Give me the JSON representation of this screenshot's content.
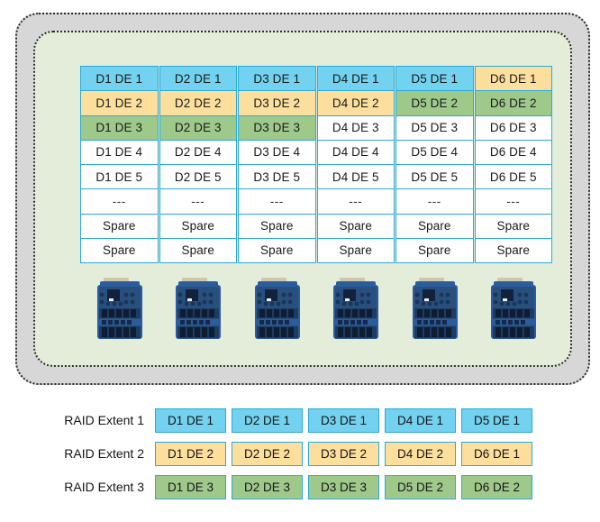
{
  "colors": {
    "accent_blue": "#72d2ef",
    "accent_yellow": "#fcdf9c",
    "accent_green": "#9fc98b",
    "cell_border": "#2aa9d8",
    "pool_outer_fill": "#d7d7d7",
    "pool_inner_fill": "#e4edda",
    "pool_border": "#2b2b2b",
    "page_background": "#ffffff"
  },
  "pool": {
    "name": "storage-pool-outer",
    "inner_name": "storage-pool-inner"
  },
  "disk_grid": {
    "column_count": 6,
    "row_count": 8,
    "columns": [
      {
        "disk": "D1",
        "cells": [
          {
            "label": "D1 DE 1",
            "style": "blue"
          },
          {
            "label": "D1 DE 2",
            "style": "yellow"
          },
          {
            "label": "D1 DE 3",
            "style": "green"
          },
          {
            "label": "D1 DE 4",
            "style": "plain"
          },
          {
            "label": "D1 DE 5",
            "style": "plain"
          },
          {
            "label": "---",
            "style": "dash"
          },
          {
            "label": "Spare",
            "style": "plain"
          },
          {
            "label": "Spare",
            "style": "plain"
          }
        ]
      },
      {
        "disk": "D2",
        "cells": [
          {
            "label": "D2 DE 1",
            "style": "blue"
          },
          {
            "label": "D2 DE 2",
            "style": "yellow"
          },
          {
            "label": "D2 DE 3",
            "style": "green"
          },
          {
            "label": "D2 DE 4",
            "style": "plain"
          },
          {
            "label": "D2 DE 5",
            "style": "plain"
          },
          {
            "label": "---",
            "style": "dash"
          },
          {
            "label": "Spare",
            "style": "plain"
          },
          {
            "label": "Spare",
            "style": "plain"
          }
        ]
      },
      {
        "disk": "D3",
        "cells": [
          {
            "label": "D3 DE 1",
            "style": "blue"
          },
          {
            "label": "D3 DE 2",
            "style": "yellow"
          },
          {
            "label": "D3 DE 3",
            "style": "green"
          },
          {
            "label": "D3 DE 4",
            "style": "plain"
          },
          {
            "label": "D3 DE 5",
            "style": "plain"
          },
          {
            "label": "---",
            "style": "dash"
          },
          {
            "label": "Spare",
            "style": "plain"
          },
          {
            "label": "Spare",
            "style": "plain"
          }
        ]
      },
      {
        "disk": "D4",
        "cells": [
          {
            "label": "D4 DE 1",
            "style": "blue"
          },
          {
            "label": "D4 DE 2",
            "style": "yellow"
          },
          {
            "label": "D4 DE 3",
            "style": "plain"
          },
          {
            "label": "D4 DE 4",
            "style": "plain"
          },
          {
            "label": "D4 DE 5",
            "style": "plain"
          },
          {
            "label": "---",
            "style": "dash"
          },
          {
            "label": "Spare",
            "style": "plain"
          },
          {
            "label": "Spare",
            "style": "plain"
          }
        ]
      },
      {
        "disk": "D5",
        "cells": [
          {
            "label": "D5 DE 1",
            "style": "blue"
          },
          {
            "label": "D5 DE 2",
            "style": "green"
          },
          {
            "label": "D5 DE 3",
            "style": "plain"
          },
          {
            "label": "D5 DE 4",
            "style": "plain"
          },
          {
            "label": "D5 DE 5",
            "style": "plain"
          },
          {
            "label": "---",
            "style": "dash"
          },
          {
            "label": "Spare",
            "style": "plain"
          },
          {
            "label": "Spare",
            "style": "plain"
          }
        ]
      },
      {
        "disk": "D6",
        "cells": [
          {
            "label": "D6 DE 1",
            "style": "yellow"
          },
          {
            "label": "D6 DE 2",
            "style": "green"
          },
          {
            "label": "D6 DE 3",
            "style": "plain"
          },
          {
            "label": "D6 DE 4",
            "style": "plain"
          },
          {
            "label": "D6 DE 5",
            "style": "plain"
          },
          {
            "label": "---",
            "style": "dash"
          },
          {
            "label": "Spare",
            "style": "plain"
          },
          {
            "label": "Spare",
            "style": "plain"
          }
        ]
      }
    ]
  },
  "enclosures": {
    "icon_name": "disk-enclosure-icon",
    "count": 6,
    "items": [
      {
        "disk": "D1"
      },
      {
        "disk": "D2"
      },
      {
        "disk": "D3"
      },
      {
        "disk": "D4"
      },
      {
        "disk": "D5"
      },
      {
        "disk": "D6"
      }
    ]
  },
  "extent_legend": {
    "rows": [
      {
        "label": "RAID Extent 1",
        "style": "blue",
        "cells": [
          "D1 DE 1",
          "D2 DE 1",
          "D3 DE 1",
          "D4 DE 1",
          "D5 DE 1"
        ]
      },
      {
        "label": "RAID Extent 2",
        "style": "yellow",
        "cells": [
          "D1 DE 2",
          "D2 DE 2",
          "D3 DE 2",
          "D4 DE 2",
          "D6 DE 1"
        ]
      },
      {
        "label": "RAID Extent 3",
        "style": "green",
        "cells": [
          "D1 DE 3",
          "D2 DE 3",
          "D3 DE 3",
          "D5 DE 2",
          "D6 DE 2"
        ]
      }
    ]
  }
}
